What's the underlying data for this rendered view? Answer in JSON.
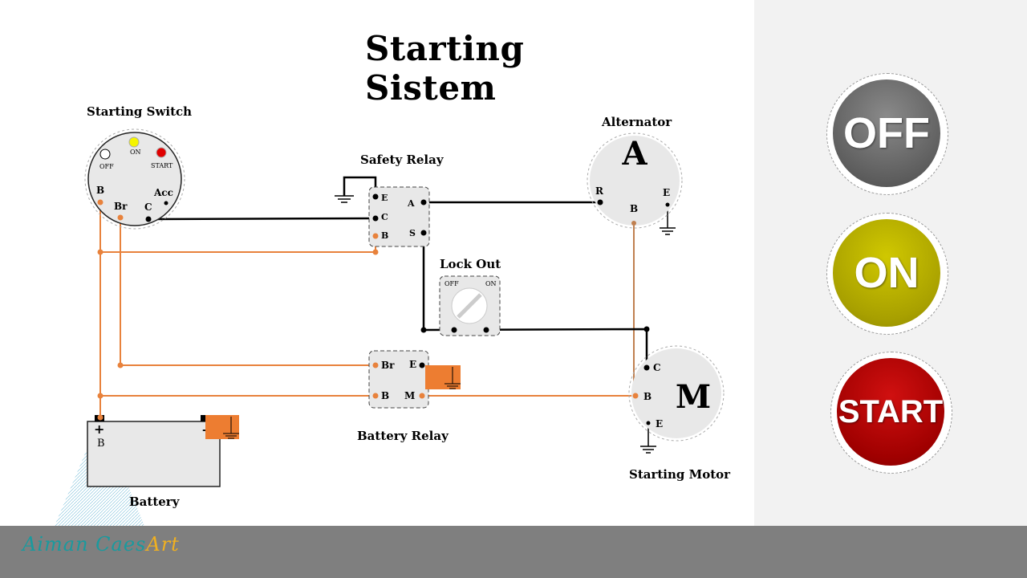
{
  "title": "Starting Sistem",
  "colors": {
    "wire_black": "#000000",
    "wire_orange": "#e8823c",
    "wire_brown": "#c08050",
    "component_fill": "#e8e8e8",
    "ground_block": "#ed7d31",
    "panel_bg": "#f2f2f2",
    "footer_bg": "#7f7f7f",
    "off_button": "#6e6e6e",
    "on_button": "#b8b000",
    "start_button": "#b00000"
  },
  "components": {
    "starting_switch": {
      "label": "Starting Switch",
      "off": "OFF",
      "on": "ON",
      "start": "START",
      "b": "B",
      "br": "Br",
      "c": "C",
      "acc": "Acc"
    },
    "safety_relay": {
      "label": "Safety Relay",
      "e": "E",
      "c": "C",
      "b": "B",
      "a": "A",
      "s": "S"
    },
    "alternator": {
      "label": "Alternator",
      "letter": "A",
      "r": "R",
      "b": "B",
      "e": "E"
    },
    "lock_out": {
      "label": "Lock Out",
      "off": "OFF",
      "on": "ON"
    },
    "battery_relay": {
      "label": "Battery Relay",
      "br": "Br",
      "e": "E",
      "b": "B",
      "m": "M"
    },
    "starting_motor": {
      "label": "Starting Motor",
      "letter": "M",
      "c": "C",
      "b": "B",
      "e": "E"
    },
    "battery": {
      "label": "Battery",
      "plus": "+",
      "b": "B",
      "minus": "-"
    }
  },
  "controls": {
    "off_label": "OFF",
    "on_label": "ON",
    "start_label": "START"
  },
  "footer": {
    "brand_main": "Aiman Caes",
    "brand_accent": "Art"
  }
}
